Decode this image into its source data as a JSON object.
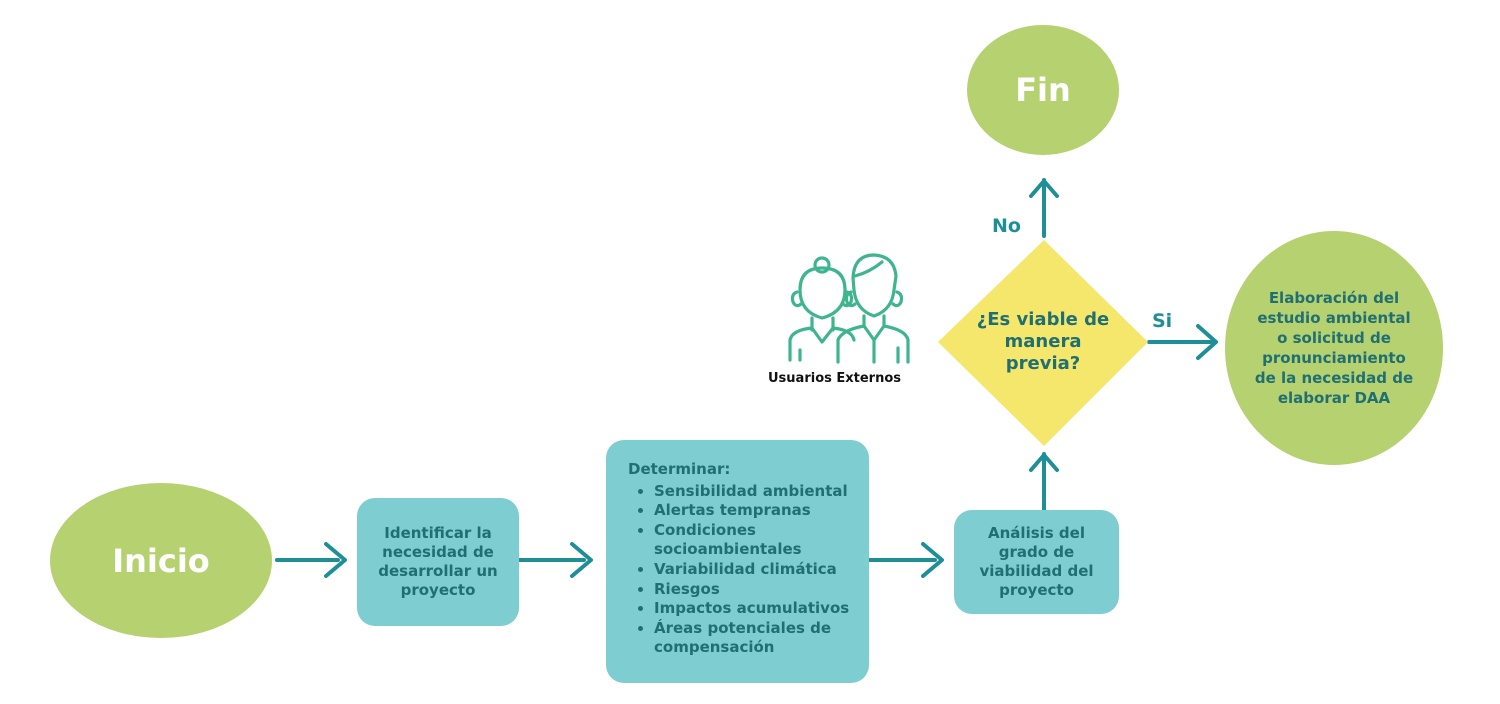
{
  "nodes": {
    "inicio": "Inicio",
    "fin": "Fin",
    "identificar": "Identificar la necesidad de desarrollar un proyecto",
    "determinar_title": "Determinar:",
    "determinar_items": [
      "Sensibilidad ambiental",
      "Alertas tempranas",
      "Condiciones socioambientales",
      "Variabilidad climática",
      "Riesgos",
      "Impactos acumulativos",
      "Áreas potenciales de compensación"
    ],
    "analisis": "Análisis del grado de viabilidad del proyecto",
    "decision": "¿Es viable de manera previa?",
    "elaboracion": "Elaboración del estudio ambiental o solicitud de pronunciamiento de la necesidad de elaborar DAA"
  },
  "edge_labels": {
    "no": "No",
    "si": "Si"
  },
  "actor": {
    "label": "Usuarios Externos",
    "icon": "users-icon"
  },
  "colors": {
    "green": "#b6d16f",
    "teal_box": "#7ecdd0",
    "yellow": "#f5e66c",
    "arrow": "#1f8f97",
    "text": "#1f6f73"
  }
}
